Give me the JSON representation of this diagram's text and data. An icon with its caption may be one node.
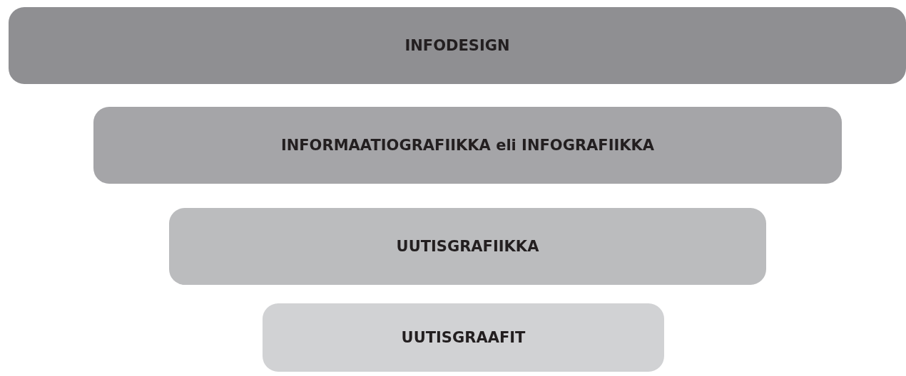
{
  "diagram": {
    "nodes": [
      {
        "text": [
          "INFODESIGN"
        ]
      },
      {
        "text": [
          "INFORMAATIOGRAFIIKKA eli INFOGRAFIIKKA"
        ]
      },
      {
        "text": [
          "UUTISGRAFIIKKA"
        ]
      },
      {
        "text": [
          "UUTISGRAAFIT"
        ]
      }
    ]
  }
}
